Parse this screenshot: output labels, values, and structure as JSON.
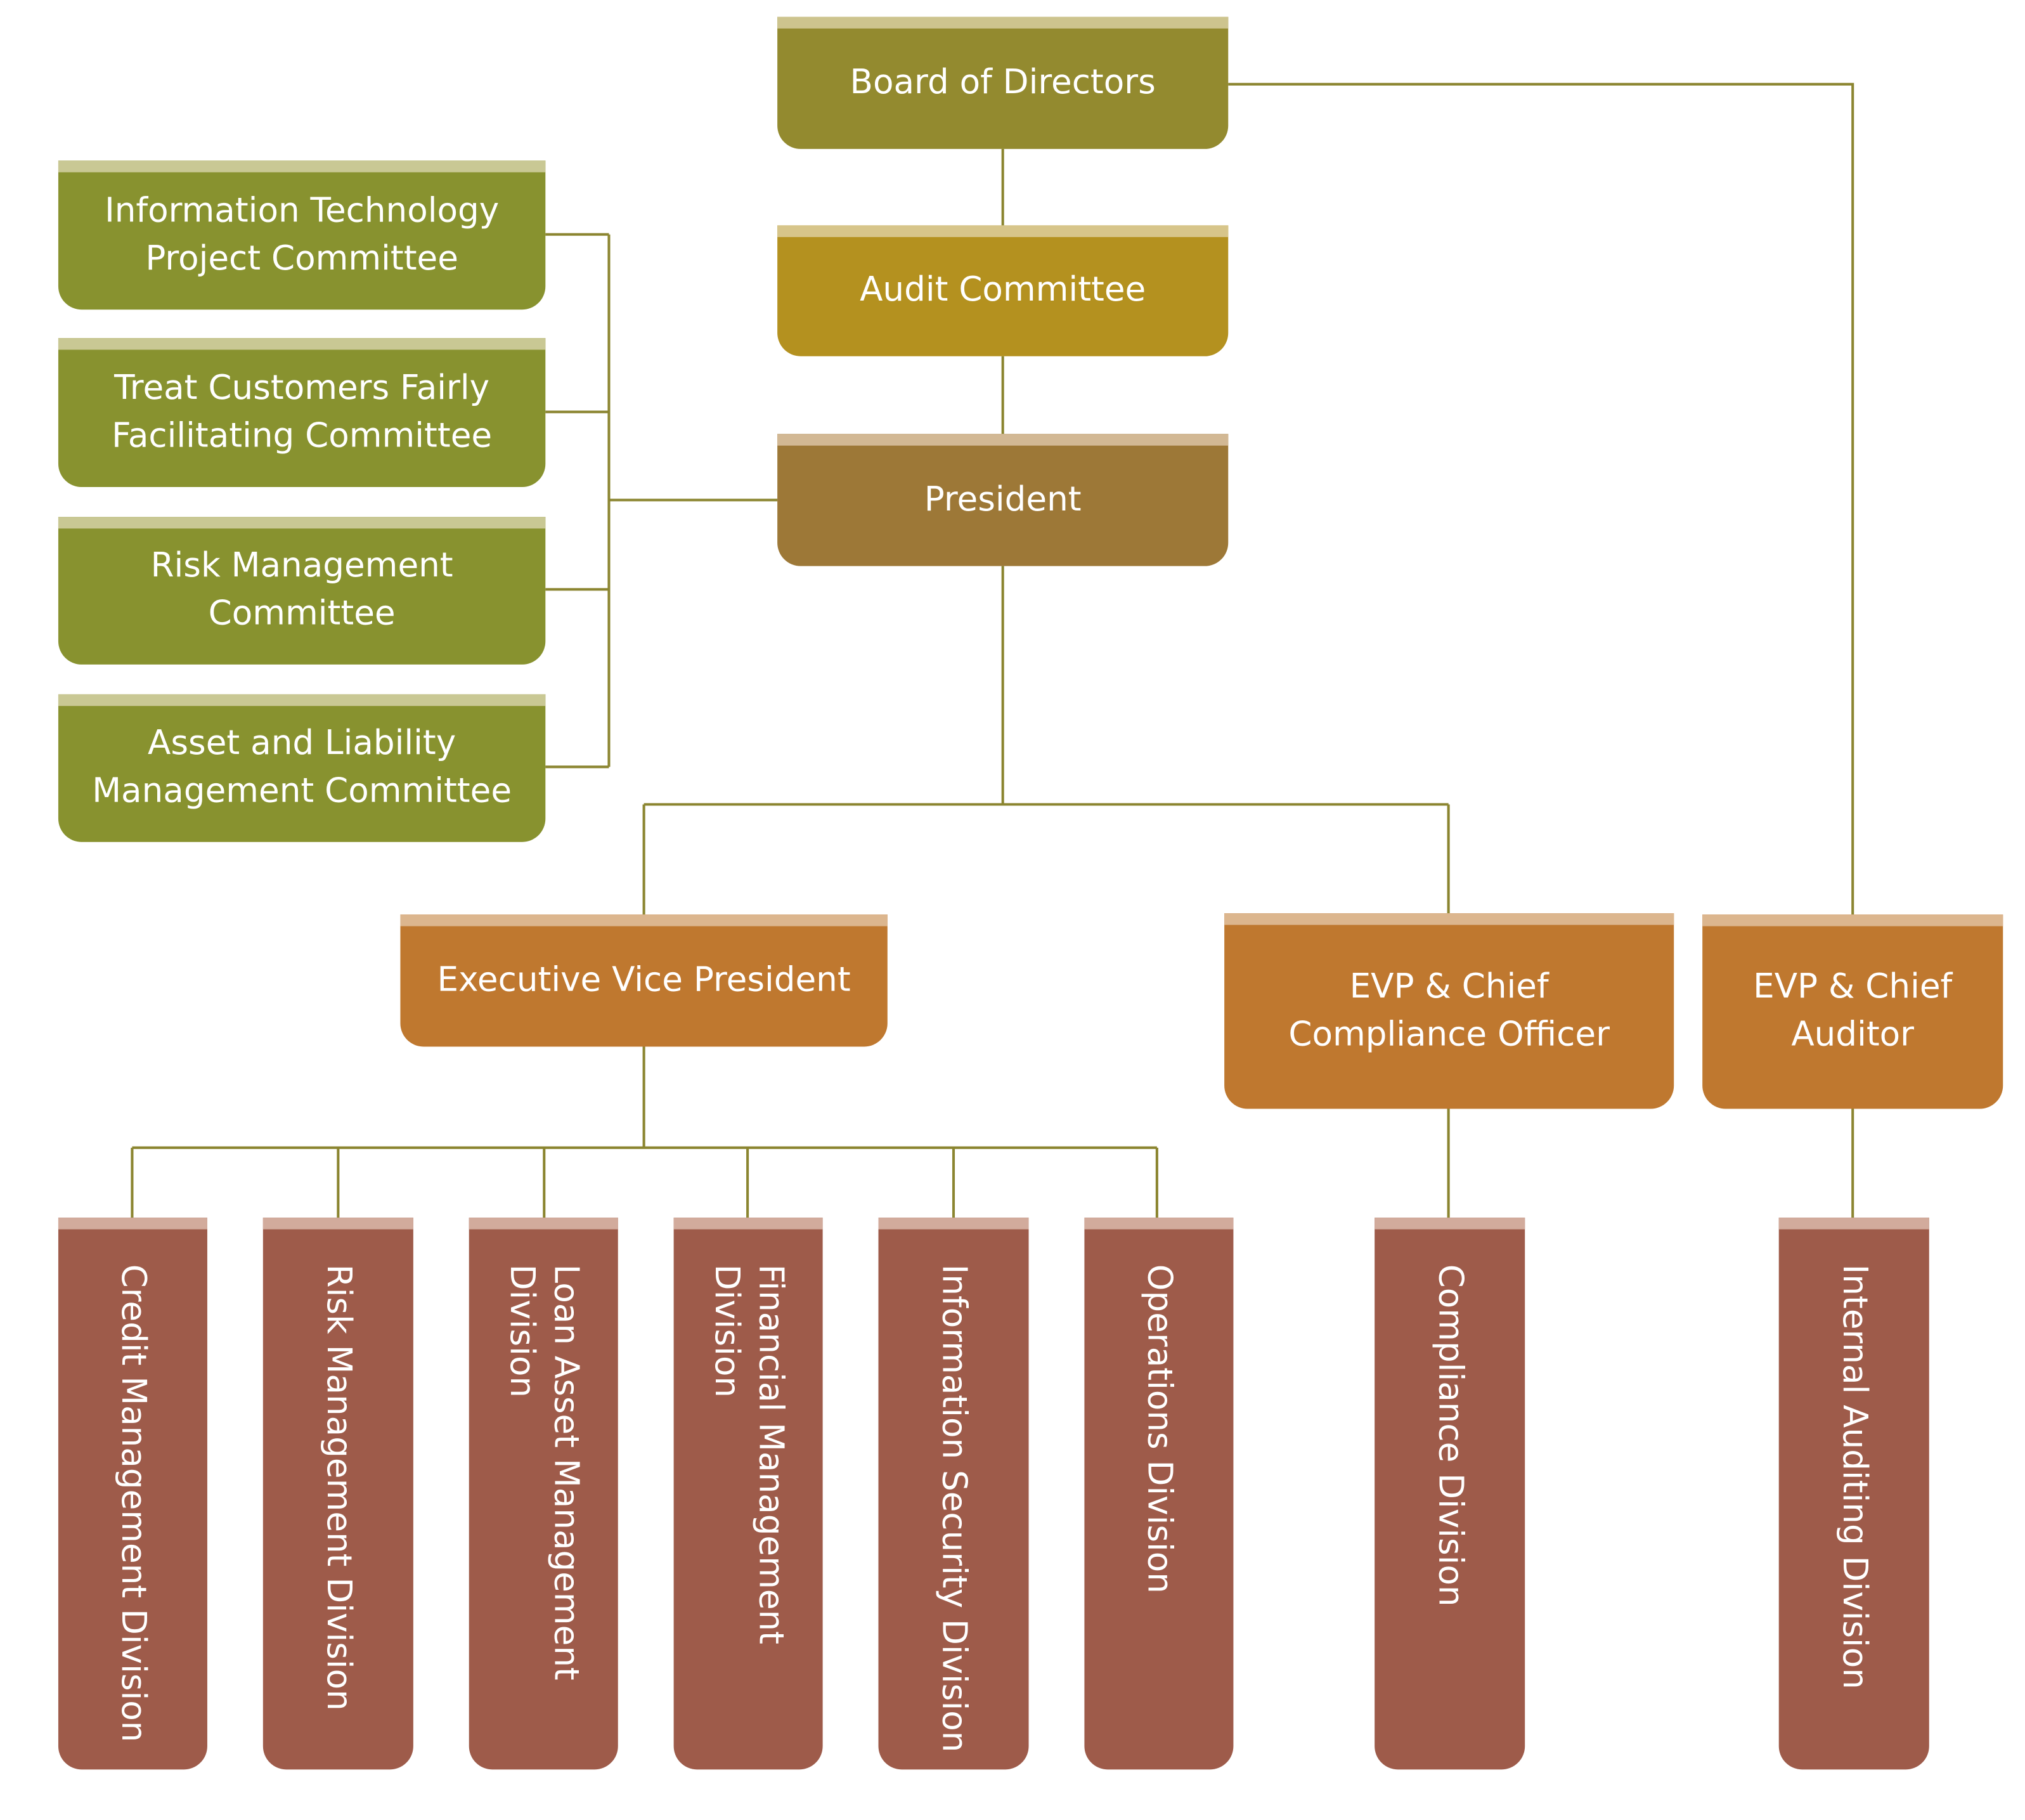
{
  "colors": {
    "connector": "#8b8530",
    "board": "#938a2f",
    "audit": "#b4911f",
    "president": "#9d7837",
    "committee": "#88922f",
    "executive": "#bf782f",
    "division": "#9e5b4a"
  },
  "board": {
    "label": "Board of Directors"
  },
  "audit_committee": {
    "label": "Audit Committee"
  },
  "president": {
    "label": "President"
  },
  "committees": [
    {
      "label": "Information Technology\nProject Committee"
    },
    {
      "label": "Treat Customers Fairly\nFacilitating Committee"
    },
    {
      "label": "Risk Management\nCommittee"
    },
    {
      "label": "Asset and Liability\nManagement Committee"
    }
  ],
  "executives": [
    {
      "label": "Executive Vice President"
    },
    {
      "label": "EVP & Chief\nCompliance Officer"
    },
    {
      "label": "EVP & Chief\nAuditor"
    }
  ],
  "divisions": [
    {
      "label": "Credit Management Division"
    },
    {
      "label": "Risk Management Division"
    },
    {
      "label": "Loan Asset Management\nDivision"
    },
    {
      "label": "Financial Management\nDivision"
    },
    {
      "label": "Information Security Division"
    },
    {
      "label": "Operations Division"
    },
    {
      "label": "Compliance Division"
    },
    {
      "label": "Internal Auditing Division"
    }
  ]
}
